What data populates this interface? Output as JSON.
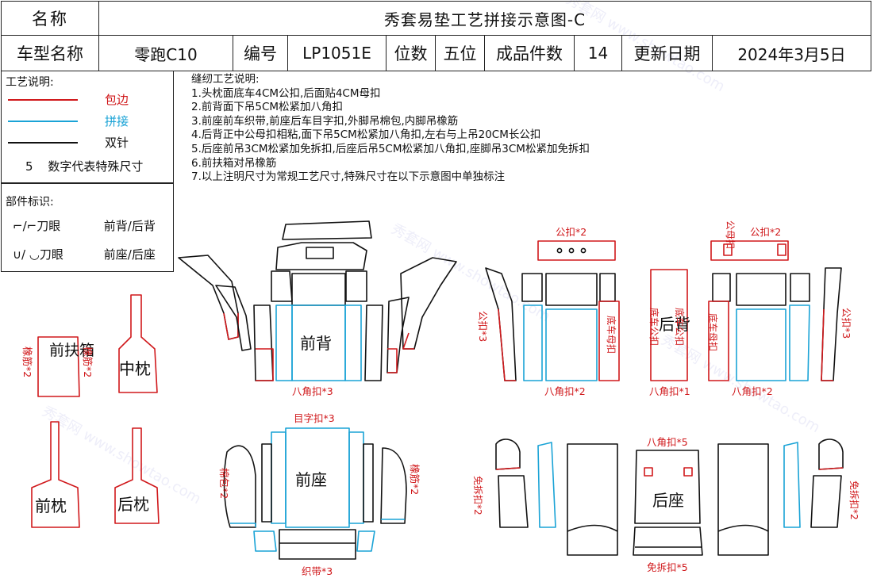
{
  "header": {
    "name_label": "名称",
    "title": "秀套易垫工艺拼接示意图-C",
    "model_label": "车型名称",
    "model_value": "零跑C10",
    "code_label": "编号",
    "code_value": "LP1051E",
    "seats_label": "位数",
    "seats_value": "五位",
    "pieces_label": "成品件数",
    "pieces_value": "14",
    "date_label": "更新日期",
    "date_value": "2024年3月5日"
  },
  "legend": {
    "title": "工艺说明:",
    "items": [
      {
        "label": "包边",
        "color": "#d0181b"
      },
      {
        "label": "拼接",
        "color": "#1aa3d6"
      },
      {
        "label": "双针",
        "color": "#111111"
      }
    ],
    "size_num": "5",
    "size_text": "数字代表特殊尺寸"
  },
  "parts": {
    "title": "部件标识:",
    "rows": [
      {
        "symbol": "⌐/⌐刀眼",
        "desc": "前背/后背"
      },
      {
        "symbol": "∪/ ◡刀眼",
        "desc": "前座/后座"
      }
    ]
  },
  "notes": {
    "title": "缝纫工艺说明:",
    "lines": [
      "1.头枕面底车4CM公扣,后面贴4CM母扣",
      "2.前背面下吊5CM松紧加八角扣",
      "3.前座前车织带,前座后车目字扣,外脚吊棉包,内脚吊橡筋",
      "4.后背正中公母扣相粘,面下吊5CM松紧加八角扣,左右与上吊20CM长公扣",
      "5.后座前吊3CM松紧加免拆扣,后座后吊5CM松紧加八角扣,座脚吊3CM松紧加免拆扣",
      "6.前扶箱对吊橡筋",
      "7.以上注明尺寸为常规工艺尺寸,特殊尺寸在以下示意图中单独标注"
    ]
  },
  "diagram": {
    "front_back": "前背",
    "front_back_note": "八角扣*3",
    "front_seat": "前座",
    "front_seat_top": "目字扣*3",
    "front_seat_left": "棉包*2",
    "front_seat_right": "橡筋*2",
    "front_seat_bottom": "织带*3",
    "armrest": "前扶箱",
    "armrest_left": "橡筋*2",
    "armrest_right": "橡筋*2",
    "mid_pillow": "中枕",
    "front_pillow": "前枕",
    "rear_pillow": "后枕",
    "rear_back": "后背",
    "rb_top_left": "公扣*2",
    "rb_top_right": "公扣*2",
    "rb_side_left": "公扣*3",
    "rb_side_right": "公扣*3",
    "rb_bottom_left": "八角扣*2",
    "rb_bottom_mid": "八角扣*1",
    "rb_bottom_right": "八角扣*2",
    "rb_inner_left": "底车母扣",
    "rb_inner_mid_left": "底车公扣",
    "rb_inner_mid_right": "底车公扣",
    "rb_inner_right": "底车母扣",
    "rb_female": "公母扣",
    "rear_seat": "后座",
    "rs_top": "八角扣*5",
    "rs_bottom": "免拆扣*5",
    "rs_left": "免拆扣*2",
    "rs_right": "免拆扣*2"
  },
  "colors": {
    "red": "#d0181b",
    "blue": "#1aa3d6",
    "black": "#111111"
  },
  "watermark": "秀套网 www.showtao.com"
}
